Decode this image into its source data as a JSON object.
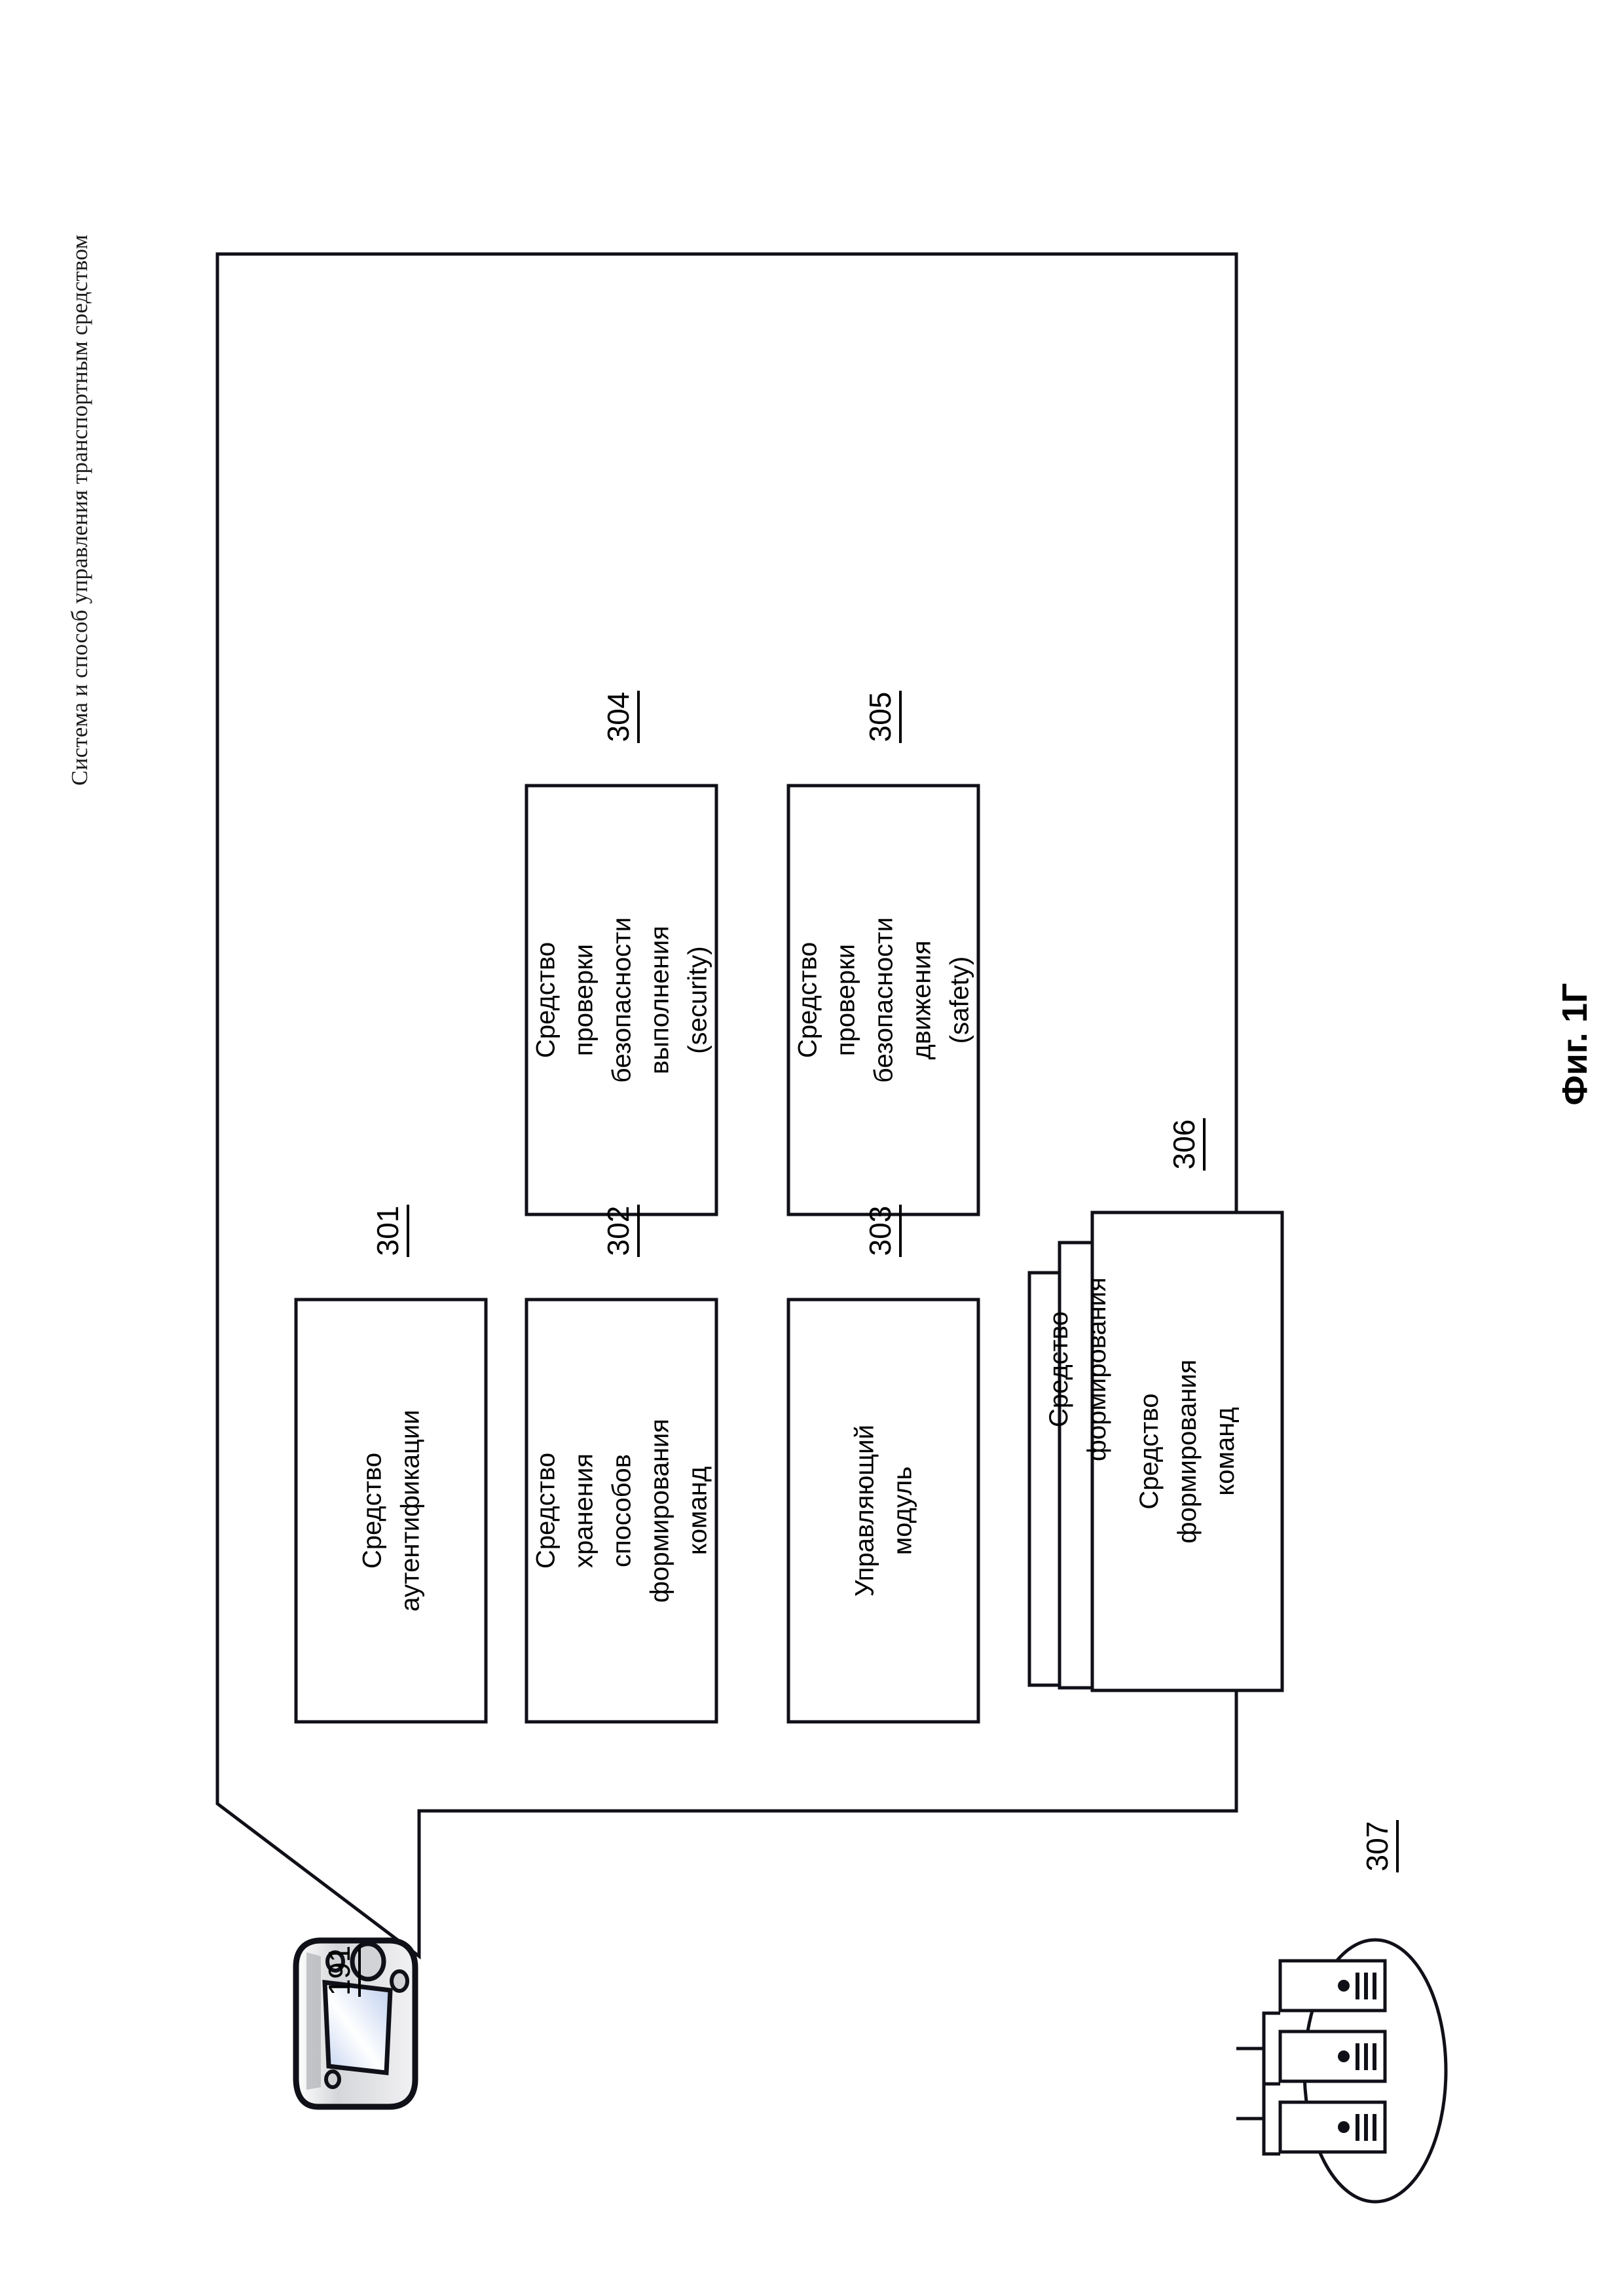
{
  "document": {
    "header_title": "Система и способ управления транспортным средством",
    "figure_caption": "Фиг. 1Г"
  },
  "diagram": {
    "type": "patent-block-diagram",
    "orientation": "landscape-content-on-portrait-page",
    "outer_container": {
      "name": "vehicle-control-system-callout",
      "shape": "rectangle-with-callout-tail",
      "tail_points_to": "mobile-device-191"
    },
    "blocks": [
      {
        "id": "301",
        "ref": "301",
        "label": "Средство аутентификации",
        "column": "left",
        "row": 1
      },
      {
        "id": "302",
        "ref": "302",
        "label": "Средство хранения\nспособов формирования\nкоманд",
        "column": "left",
        "row": 2
      },
      {
        "id": "303",
        "ref": "303",
        "label": "Управляющий модуль",
        "column": "left",
        "row": 3
      },
      {
        "id": "304",
        "ref": "304",
        "label": "Средство проверки\nбезопасности выполнения\n(security)",
        "column": "right",
        "row": 1
      },
      {
        "id": "305",
        "ref": "305",
        "label": "Средство проверки\nбезопасности движения\n(safety)",
        "column": "right",
        "row": 2
      },
      {
        "id": "306",
        "ref": "306",
        "label": "Средство формирования\nкоманд",
        "stacked": true,
        "stack_count": 3,
        "stack_labels": [
          "Средство формирования\nкоманд",
          "Средство формирования",
          ""
        ],
        "column": "left",
        "row": 4
      }
    ],
    "external_elements": [
      {
        "id": "191",
        "ref": "191",
        "icon": "mobile-device-icon",
        "description": "handheld mobile device"
      },
      {
        "id": "307",
        "ref": "307",
        "icon": "server-cluster-icon",
        "description": "server cluster of three servers in an ellipse",
        "server_count": 3
      }
    ],
    "colors": {
      "stroke": "#101018",
      "background": "#ffffff",
      "device_screen": "#ccd8f2",
      "device_body": "#c9cacd"
    }
  }
}
